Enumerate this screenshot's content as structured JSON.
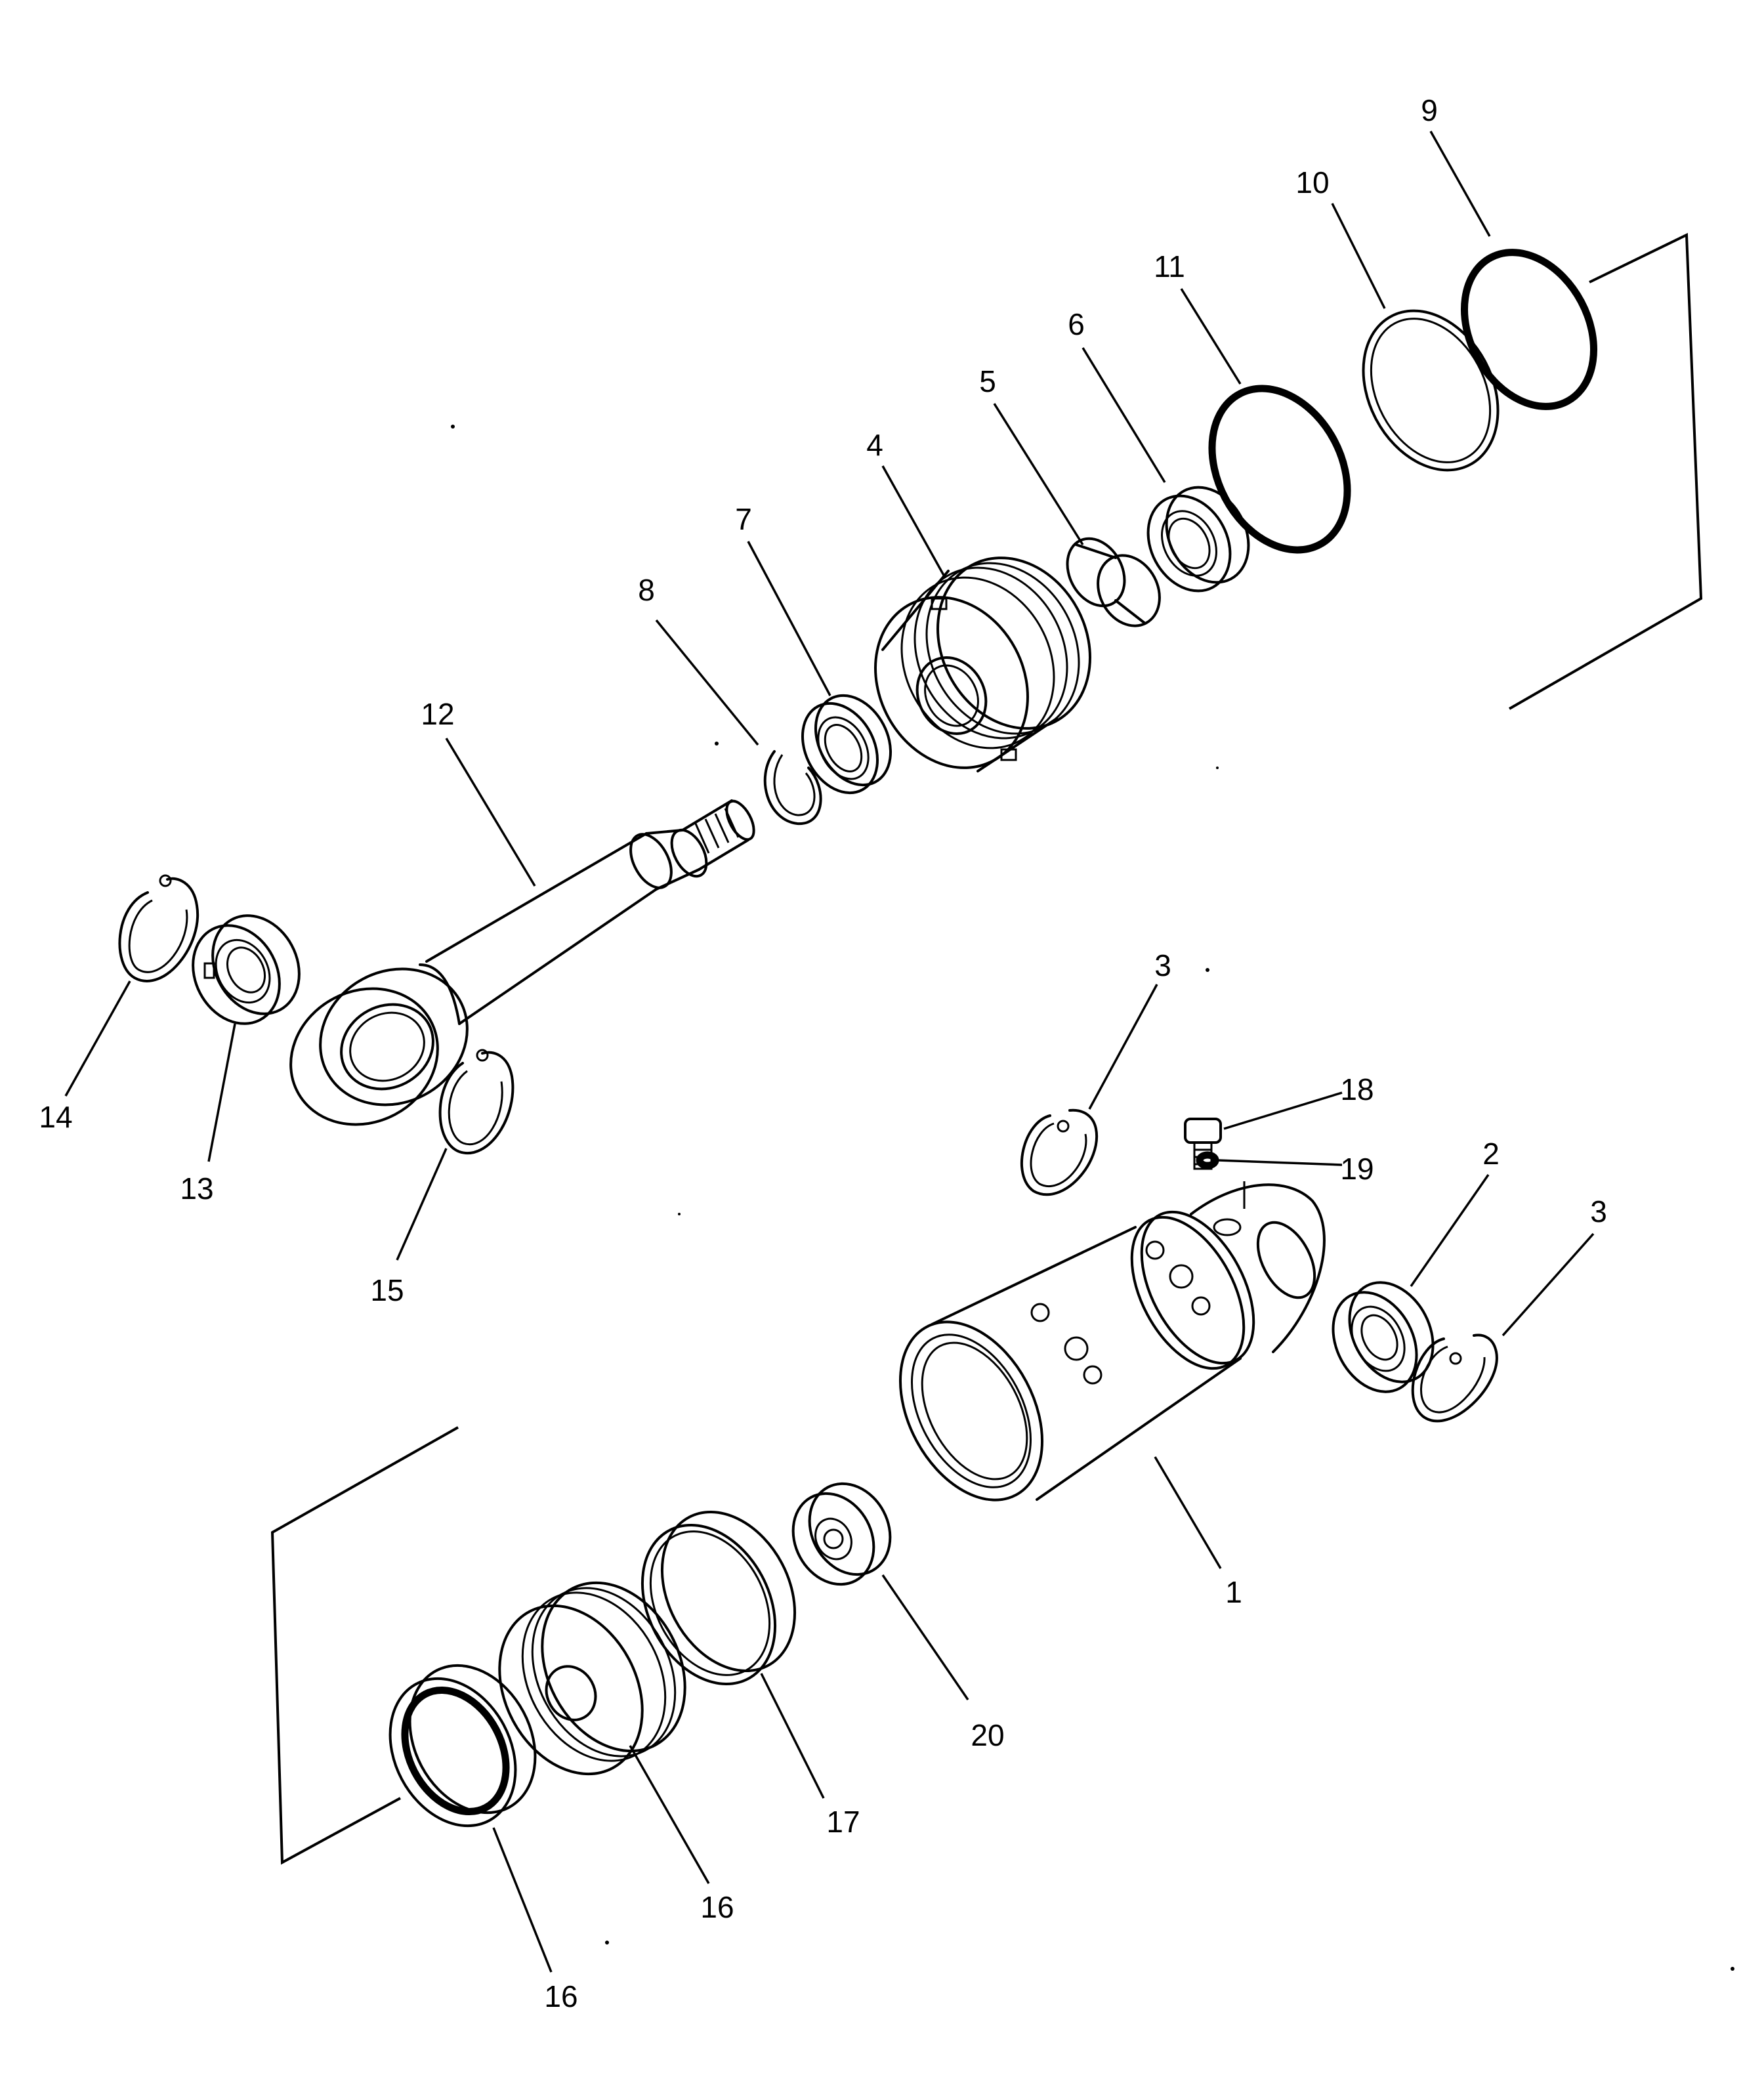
{
  "diagram": {
    "callouts": [
      {
        "id": "c1",
        "text": "1"
      },
      {
        "id": "c2",
        "text": "2"
      },
      {
        "id": "c3a",
        "text": "3"
      },
      {
        "id": "c3b",
        "text": "3"
      },
      {
        "id": "c4",
        "text": "4"
      },
      {
        "id": "c5",
        "text": "5"
      },
      {
        "id": "c6",
        "text": "6"
      },
      {
        "id": "c7",
        "text": "7"
      },
      {
        "id": "c8",
        "text": "8"
      },
      {
        "id": "c9",
        "text": "9"
      },
      {
        "id": "c10",
        "text": "10"
      },
      {
        "id": "c11",
        "text": "11"
      },
      {
        "id": "c12",
        "text": "12"
      },
      {
        "id": "c13",
        "text": "13"
      },
      {
        "id": "c14",
        "text": "14"
      },
      {
        "id": "c15",
        "text": "15"
      },
      {
        "id": "c16a",
        "text": "16"
      },
      {
        "id": "c16b",
        "text": "16"
      },
      {
        "id": "c17",
        "text": "17"
      },
      {
        "id": "c18",
        "text": "18"
      },
      {
        "id": "c19",
        "text": "19"
      },
      {
        "id": "c20",
        "text": "20"
      }
    ]
  }
}
